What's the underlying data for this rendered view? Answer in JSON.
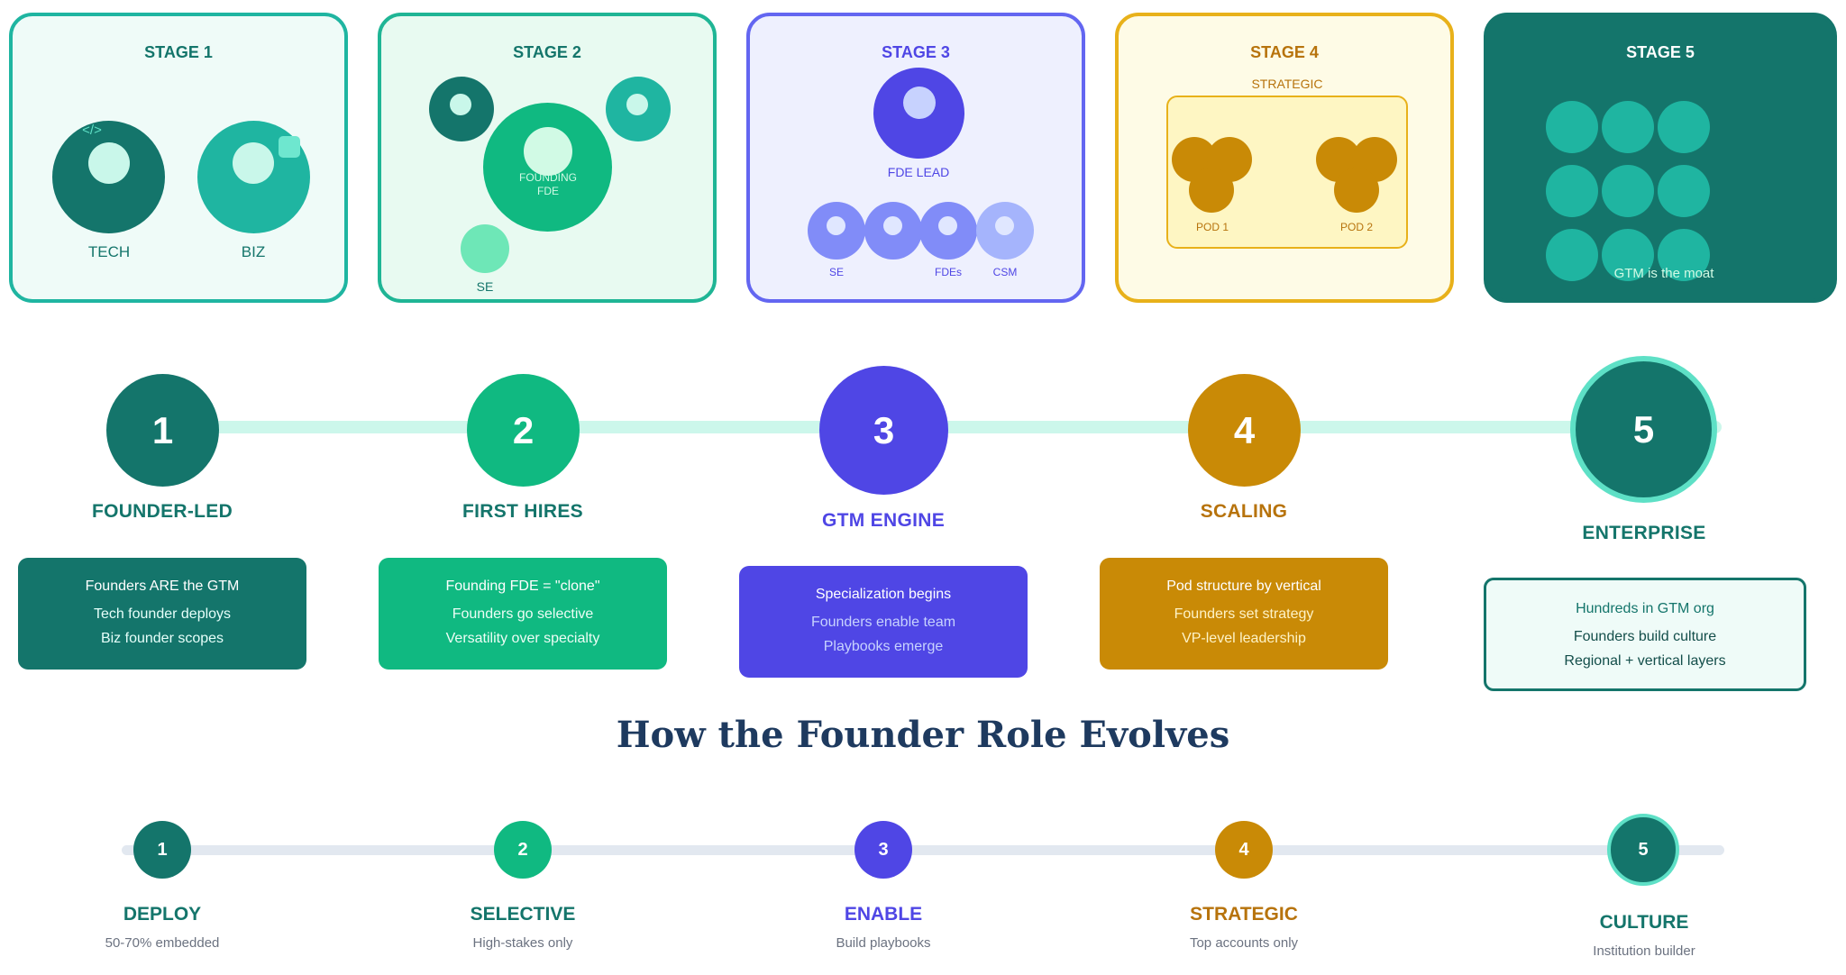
{
  "stages": [
    {
      "title": "STAGE 1",
      "labels": {
        "tech": "TECH",
        "biz": "BIZ",
        "code": "</>"
      }
    },
    {
      "title": "STAGE 2",
      "labels": {
        "founding": "FOUNDING",
        "fde": "FDE",
        "se": "SE"
      }
    },
    {
      "title": "STAGE 3",
      "labels": {
        "lead": "FDE LEAD",
        "se": "SE",
        "fdes": "FDEs",
        "csm": "CSM"
      }
    },
    {
      "title": "STAGE 4",
      "labels": {
        "strategic": "STRATEGIC",
        "pod1": "POD 1",
        "pod2": "POD 2"
      }
    },
    {
      "title": "STAGE 5",
      "labels": {
        "moat": "GTM is the moat"
      }
    }
  ],
  "timeline": [
    {
      "num": "1",
      "name": "FOUNDER-LED",
      "lines": [
        "Founders ARE the GTM",
        "Tech founder deploys",
        "Biz founder scopes"
      ]
    },
    {
      "num": "2",
      "name": "FIRST HIRES",
      "lines": [
        "Founding FDE = \"clone\"",
        "Founders go selective",
        "Versatility over specialty"
      ]
    },
    {
      "num": "3",
      "name": "GTM ENGINE",
      "lines": [
        "Specialization begins",
        "Founders enable team",
        "Playbooks emerge"
      ]
    },
    {
      "num": "4",
      "name": "SCALING",
      "lines": [
        "Pod structure by vertical",
        "Founders set strategy",
        "VP-level leadership"
      ]
    },
    {
      "num": "5",
      "name": "ENTERPRISE",
      "lines": [
        "Hundreds in GTM org",
        "Founders build culture",
        "Regional + vertical layers"
      ]
    }
  ],
  "founder_title": "How the Founder Role Evolves",
  "roles": [
    {
      "num": "1",
      "name": "DEPLOY",
      "sub": "50-70% embedded"
    },
    {
      "num": "2",
      "name": "SELECTIVE",
      "sub": "High-stakes only"
    },
    {
      "num": "3",
      "name": "ENABLE",
      "sub": "Build playbooks"
    },
    {
      "num": "4",
      "name": "STRATEGIC",
      "sub": "Top accounts only"
    },
    {
      "num": "5",
      "name": "CULTURE",
      "sub": "Institution builder"
    }
  ],
  "colors": {
    "teal_dark": "#14756b",
    "green": "#10b981",
    "indigo": "#4f46e5",
    "amber": "#c98a06",
    "navy": "#1e3a5f"
  }
}
